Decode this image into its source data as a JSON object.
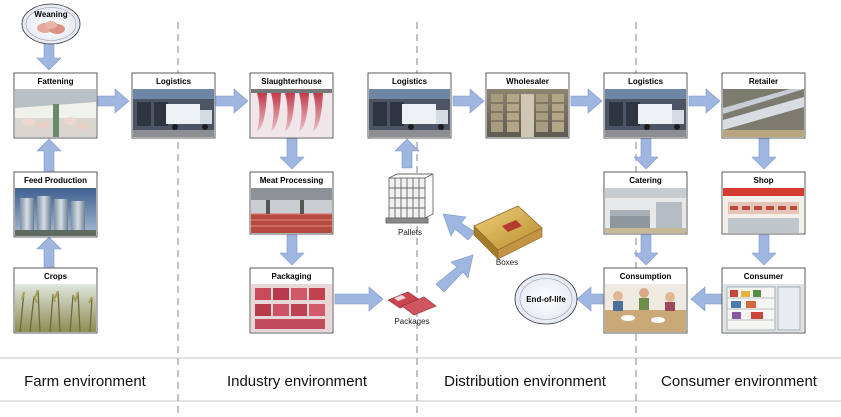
{
  "nodes": {
    "weaning": "Weaning",
    "fattening": "Fattening",
    "feed_production": "Feed Production",
    "crops": "Crops",
    "logistics_1": "Logistics",
    "slaughterhouse": "Slaughterhouse",
    "meat_processing": "Meat Processing",
    "packaging": "Packaging",
    "logistics_2": "Logistics",
    "wholesaler": "Wholesaler",
    "logistics_3": "Logistics",
    "retailer": "Retailer",
    "catering": "Catering",
    "shop": "Shop",
    "consumption": "Consumption",
    "consumer": "Consumer",
    "end_of_life": "End-of-life"
  },
  "items": {
    "pallets": "Pallets",
    "boxes": "Boxes",
    "packages": "Packages"
  },
  "environments": {
    "farm": "Farm environment",
    "industry": "Industry environment",
    "distribution": "Distribution environment",
    "consumer": "Consumer environment"
  },
  "colors": {
    "arrow": "#9fb6e0",
    "arrow_stroke": "#7f98c8",
    "divider": "#9a9a9a",
    "box_border": "#333333"
  }
}
